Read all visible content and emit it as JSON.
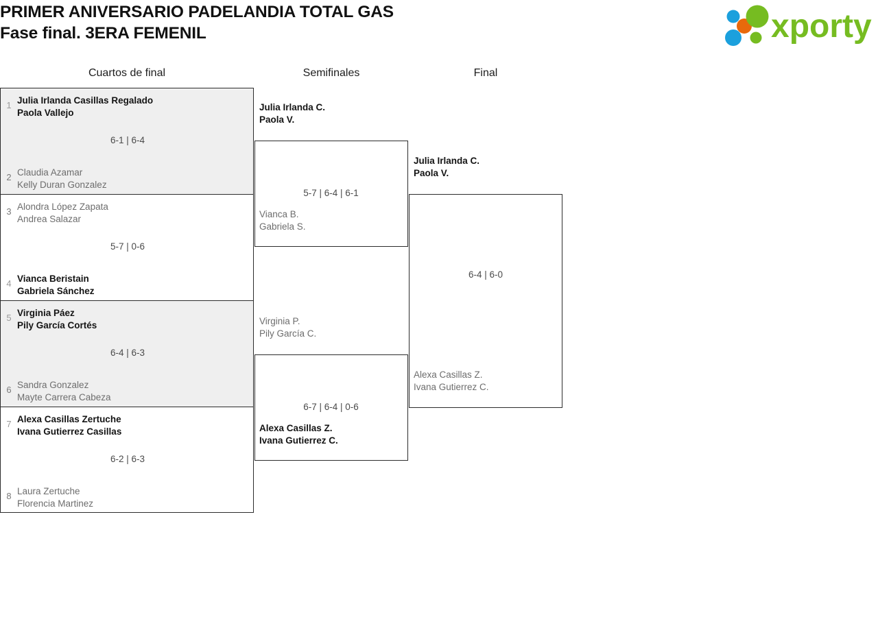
{
  "header": {
    "title_line1": "PRIMER ANIVERSARIO PADELANDIA TOTAL GAS",
    "title_line2": "Fase final. 3ERA FEMENIL",
    "logo_text": "xporty",
    "logo_colors": {
      "green": "#76bc21",
      "blue": "#1ba0dd",
      "orange": "#e8690b"
    }
  },
  "columns": {
    "quarters": "Cuartos de final",
    "semis": "Semifinales",
    "final": "Final"
  },
  "colors": {
    "winner_text": "#141414",
    "loser_text": "#6d6d6d",
    "score_text": "#4a4a4a",
    "seed_text": "#7a7a7a",
    "shade_bg": "#efefef",
    "border": "#2b2b2b"
  },
  "quarterfinals": [
    {
      "score": "6-1 | 6-4",
      "top": {
        "seed": "1",
        "line1": "Julia Irlanda Casillas Regalado",
        "line2": "Paola Vallejo",
        "result": "winner"
      },
      "bottom": {
        "seed": "2",
        "line1": "Claudia Azamar",
        "line2": "Kelly Duran Gonzalez",
        "result": "loser"
      }
    },
    {
      "score": "5-7 | 0-6",
      "top": {
        "seed": "3",
        "line1": "Alondra López Zapata",
        "line2": "Andrea Salazar",
        "result": "loser"
      },
      "bottom": {
        "seed": "4",
        "line1": "Vianca Beristain",
        "line2": "Gabriela Sánchez",
        "result": "winner"
      }
    },
    {
      "score": "6-4 | 6-3",
      "top": {
        "seed": "5",
        "line1": "Virginia Páez",
        "line2": "Pily García Cortés",
        "result": "winner"
      },
      "bottom": {
        "seed": "6",
        "line1": "Sandra Gonzalez",
        "line2": "Mayte Carrera Cabeza",
        "result": "loser"
      }
    },
    {
      "score": "6-2 | 6-3",
      "top": {
        "seed": "7",
        "line1": "Alexa Casillas Zertuche",
        "line2": "Ivana Gutierrez Casillas",
        "result": "winner"
      },
      "bottom": {
        "seed": "8",
        "line1": "Laura Zertuche",
        "line2": "Florencia Martinez",
        "result": "loser"
      }
    }
  ],
  "semifinals": [
    {
      "score": "5-7 | 6-4 | 6-1",
      "top": {
        "line1": "Julia Irlanda C.",
        "line2": "Paola V.",
        "result": "winner"
      },
      "bottom": {
        "line1": "Vianca B.",
        "line2": "Gabriela S.",
        "result": "loser"
      }
    },
    {
      "score": "6-7 | 6-4 | 0-6",
      "top": {
        "line1": "Virginia P.",
        "line2": "Pily García C.",
        "result": "loser"
      },
      "bottom": {
        "line1": "Alexa Casillas Z.",
        "line2": "Ivana Gutierrez C.",
        "result": "winner"
      }
    }
  ],
  "final": {
    "score": "6-4 | 6-0",
    "top": {
      "line1": "Julia Irlanda C.",
      "line2": "Paola V.",
      "result": "winner"
    },
    "bottom": {
      "line1": "Alexa Casillas Z.",
      "line2": "Ivana Gutierrez C.",
      "result": "loser"
    }
  }
}
